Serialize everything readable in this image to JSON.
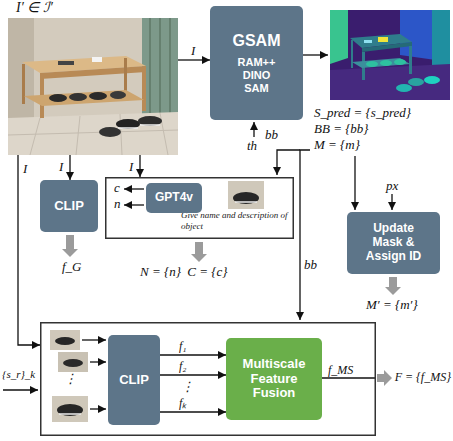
{
  "diagram": {
    "nodes": [
      {
        "text": [
          "I′ ∈ ℐ′"
        ]
      },
      {
        "text": [
          "GSAM",
          "RAM++ DINO SAM"
        ]
      },
      {
        "text": [
          "CLIP"
        ]
      },
      {
        "text": [
          "Give name and description of object"
        ]
      },
      {
        "text": [
          "GPT4v"
        ],
        "in": 3
      },
      {
        "text": [
          "Update Mask & Assign ID"
        ]
      },
      {
        "text": []
      },
      {
        "text": [
          "CLIP"
        ],
        "in": 6
      },
      {
        "text": [
          "Multiscale Feature Fusion"
        ],
        "in": 6
      }
    ],
    "edges": [
      {
        "from": 0,
        "to": 1,
        "label": "I",
        "arrow": "to"
      },
      {
        "from": 0,
        "to": 2,
        "label": "I",
        "arrow": "to"
      },
      {
        "from": 0,
        "to": 3,
        "label": "I",
        "arrow": "to"
      },
      {
        "from": 0,
        "to": 6,
        "label": "I",
        "arrow": "to"
      },
      {
        "from": 7,
        "to": 8,
        "label": "f₁",
        "arrow": "to"
      },
      {
        "from": 7,
        "to": 8,
        "label": "f₂",
        "arrow": "to"
      },
      {
        "from": 7,
        "to": 8,
        "label": "fₖ",
        "arrow": "to"
      }
    ],
    "labels": [
      "S_pred = {s_pred}",
      "BB = {bb}",
      "M = {m}",
      "th",
      "bb",
      "c",
      "n",
      "bb",
      "px",
      "f_G",
      "N = {n}  C = {c}",
      "M′ = {m′}",
      "{s_r}_k",
      "⋮",
      "⋮",
      "f_MS",
      "F = {f_MS}"
    ]
  }
}
